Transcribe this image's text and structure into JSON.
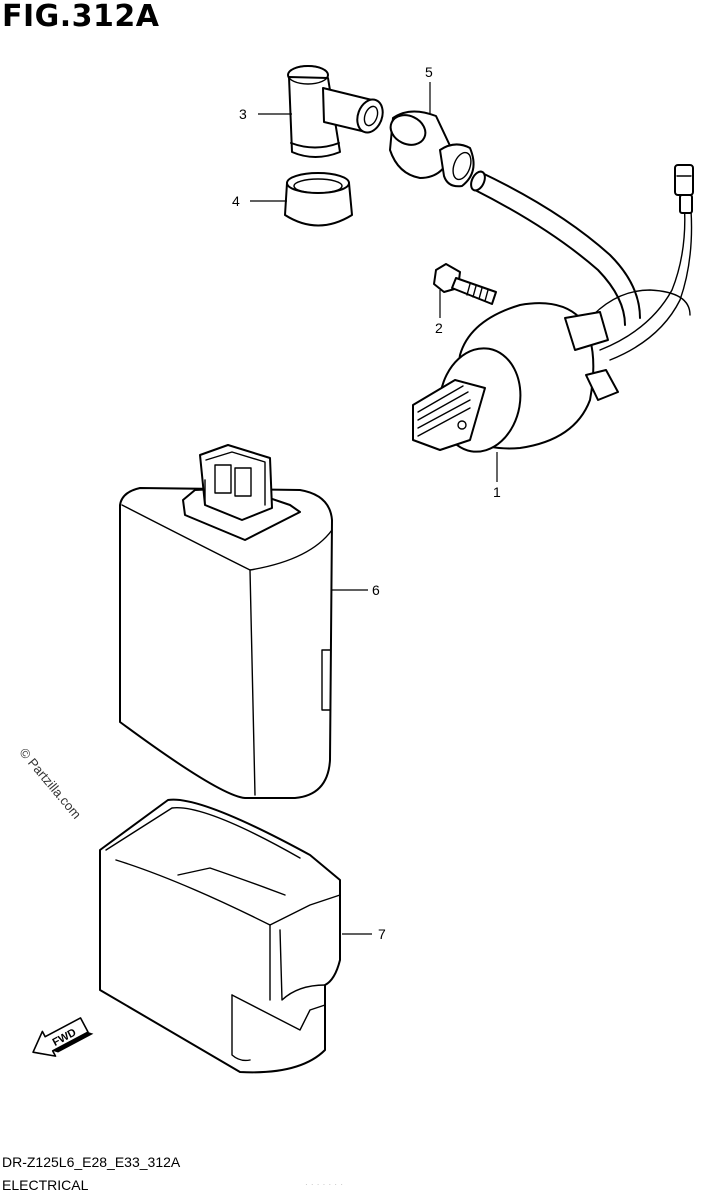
{
  "title": "FIG.312A",
  "footer": {
    "code": "DR-Z125L6_E28_E33_312A",
    "section": "ELECTRICAL",
    "faint_note": "· · · · · · ·"
  },
  "watermark": "© Partzilla.com",
  "fwd_label": "FWD",
  "callouts": [
    {
      "number": "1",
      "part": "ignition-coil"
    },
    {
      "number": "2",
      "part": "bolt"
    },
    {
      "number": "3",
      "part": "plug-cap"
    },
    {
      "number": "4",
      "part": "seal-ring"
    },
    {
      "number": "5",
      "part": "grommet"
    },
    {
      "number": "6",
      "part": "cdi-unit"
    },
    {
      "number": "7",
      "part": "cdi-holder"
    }
  ]
}
